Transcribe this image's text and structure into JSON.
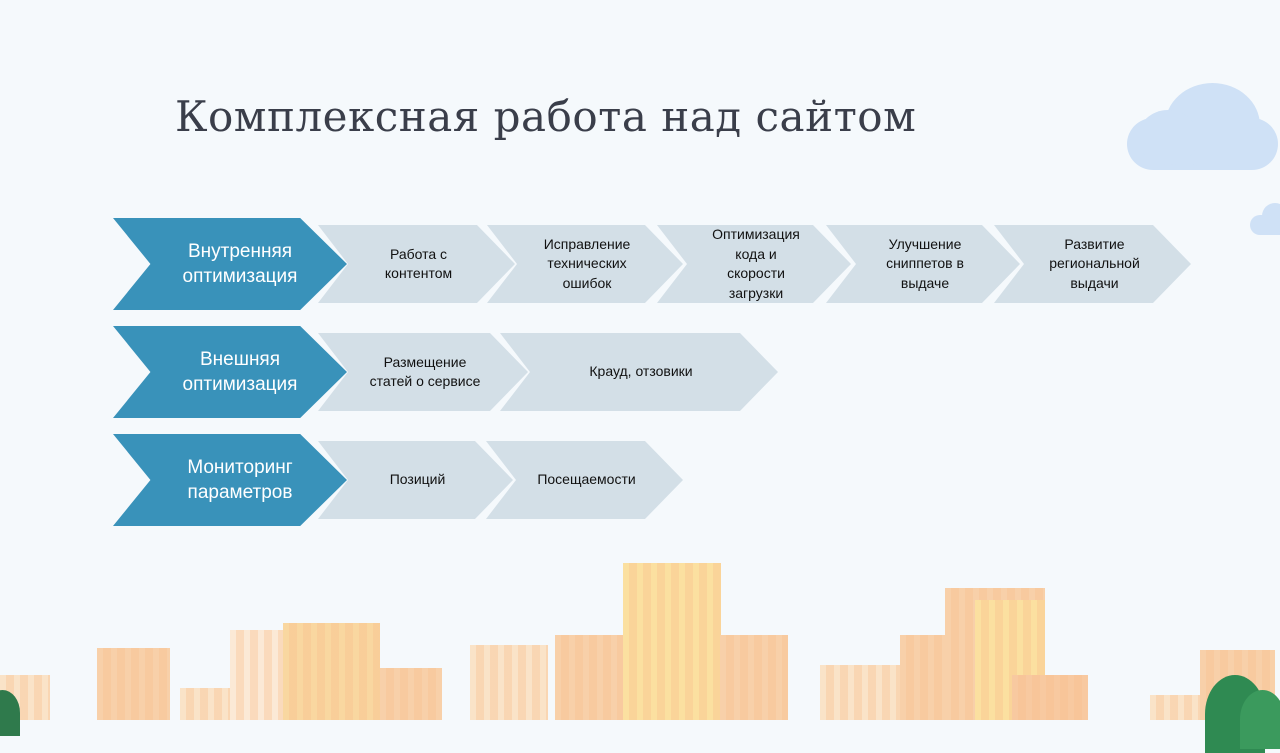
{
  "title": "Комплексная работа над сайтом",
  "rows": [
    {
      "main": [
        "Внутренняя",
        "оптимизация"
      ],
      "steps": [
        [
          "Работа с",
          "контентом"
        ],
        [
          "Исправление",
          "технических",
          "ошибок"
        ],
        [
          "Оптимизация",
          "кода и",
          "скорости",
          "загрузки"
        ],
        [
          "Улучшение",
          "сниппетов в",
          "выдаче"
        ],
        [
          "Развитие",
          "региональной",
          "выдачи"
        ]
      ]
    },
    {
      "main": [
        "Внешняя",
        "оптимизация"
      ],
      "steps": [
        [
          "Размещение",
          "статей о сервисе"
        ],
        [
          "Крауд, отзовики"
        ]
      ]
    },
    {
      "main": [
        "Мониторинг",
        "параметров"
      ],
      "steps": [
        [
          "Позиций"
        ],
        [
          "Посещаемости"
        ]
      ]
    }
  ],
  "colors": {
    "main": "#3992ba",
    "step": "#d3dfe7",
    "title": "#3a3e4a",
    "building": "#f8cfa8"
  }
}
